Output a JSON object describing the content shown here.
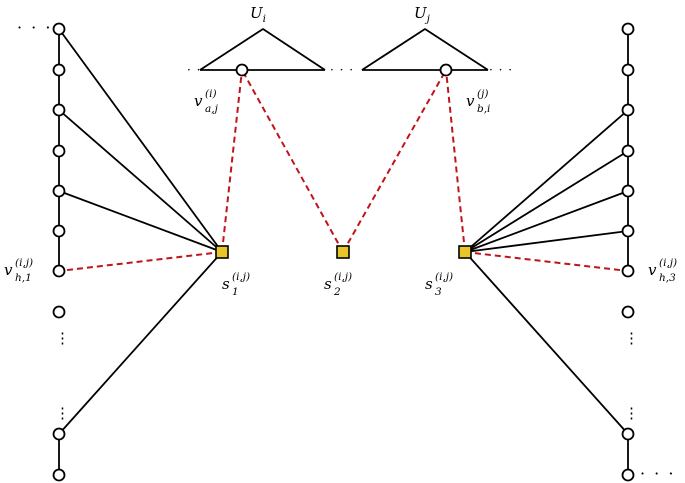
{
  "labels": {
    "U_i": {
      "main": "U",
      "sub": "i"
    },
    "U_j": {
      "main": "U",
      "sub": "j"
    },
    "v_aj": {
      "main": "v",
      "sup": "(i)",
      "sub": "a,j"
    },
    "v_bi": {
      "main": "v",
      "sup": "(j)",
      "sub": "b,i"
    },
    "v_h1": {
      "main": "v",
      "sup": "(i,j)",
      "sub": "h,1"
    },
    "v_h3": {
      "main": "v",
      "sup": "(i,j)",
      "sub": "h,3"
    },
    "s1": {
      "main": "s",
      "sup": "(i,j)",
      "sub": "1"
    },
    "s2": {
      "main": "s",
      "sup": "(i,j)",
      "sub": "2"
    },
    "s3": {
      "main": "s",
      "sup": "(i,j)",
      "sub": "3"
    }
  },
  "ellipsis": "· · ·",
  "vertical_ellipsis": "⋮",
  "colors": {
    "solid_edge": "#000000",
    "dashed_edge": "#c0141c",
    "special_node_fill": "#e8c62a",
    "node_fill": "#ffffff"
  }
}
